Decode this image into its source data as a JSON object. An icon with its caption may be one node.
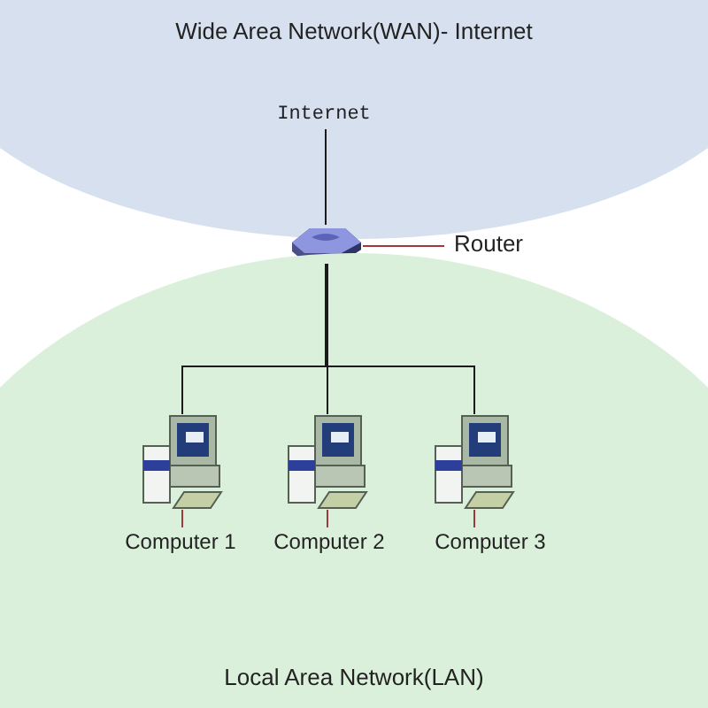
{
  "diagram": {
    "nodes": [
      {
        "text": [
          "Wide Area Network(WAN)- Internet"
        ]
      },
      {
        "text": [
          "Internet"
        ],
        "in": 0
      },
      {
        "text": [],
        "shape": "picture"
      },
      {
        "text": [
          "Router"
        ]
      },
      {
        "text": [
          "Local Area Network(LAN)"
        ]
      },
      {
        "text": [],
        "shape": "picture",
        "in": 4
      },
      {
        "text": [],
        "shape": "picture",
        "in": 4
      },
      {
        "text": [],
        "shape": "picture",
        "in": 4
      },
      {
        "text": [
          "Computer 1"
        ],
        "in": 4
      },
      {
        "text": [
          "Computer 2"
        ],
        "in": 4
      },
      {
        "text": [
          "Computer 3"
        ],
        "in": 4
      }
    ],
    "edges": [
      {
        "from": 1,
        "to": 2,
        "arrow": "none"
      },
      {
        "from": 3,
        "to": 2,
        "arrow": "none",
        "color": "#a03a3a"
      },
      {
        "from": 2,
        "to": 5,
        "arrow": "none"
      },
      {
        "from": 2,
        "to": 6,
        "arrow": "none"
      },
      {
        "from": 2,
        "to": 7,
        "arrow": "none"
      },
      {
        "from": 8,
        "to": 5,
        "arrow": "none",
        "color": "#a03a3a"
      },
      {
        "from": 9,
        "to": 6,
        "arrow": "none",
        "color": "#a03a3a"
      },
      {
        "from": 10,
        "to": 7,
        "arrow": "none",
        "color": "#a03a3a"
      }
    ]
  }
}
